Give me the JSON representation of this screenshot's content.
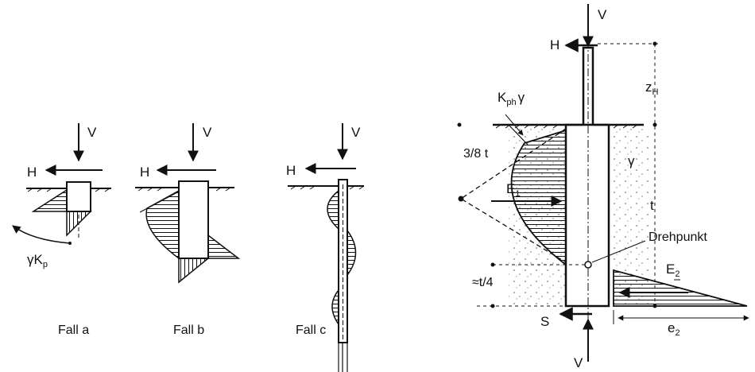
{
  "cases": [
    {
      "caption": "Fall a",
      "v_label": "V",
      "h_label": "H",
      "coef_label": "γK",
      "coef_sub": "p"
    },
    {
      "caption": "Fall b",
      "v_label": "V",
      "h_label": "H"
    },
    {
      "caption": "Fall c",
      "v_label": "V",
      "h_label": "H"
    }
  ],
  "main": {
    "v_top": "V",
    "h_label": "H",
    "zh_main": "z",
    "zh_sub": "H",
    "kph_main": "K",
    "kph_sub": "ph",
    "kph_gamma": "γ",
    "gamma": "γ",
    "three_eighths": "3/8 t",
    "e1_main": "E",
    "e1_sub": "1",
    "t_label": "t",
    "pivot": "Drehpunkt",
    "e2_main": "E",
    "e2_sub": "2",
    "t_quarter": "≈t/4",
    "s_label": "S",
    "e2_dist_main": "e",
    "e2_dist_sub": "2",
    "v_bottom": "V"
  }
}
